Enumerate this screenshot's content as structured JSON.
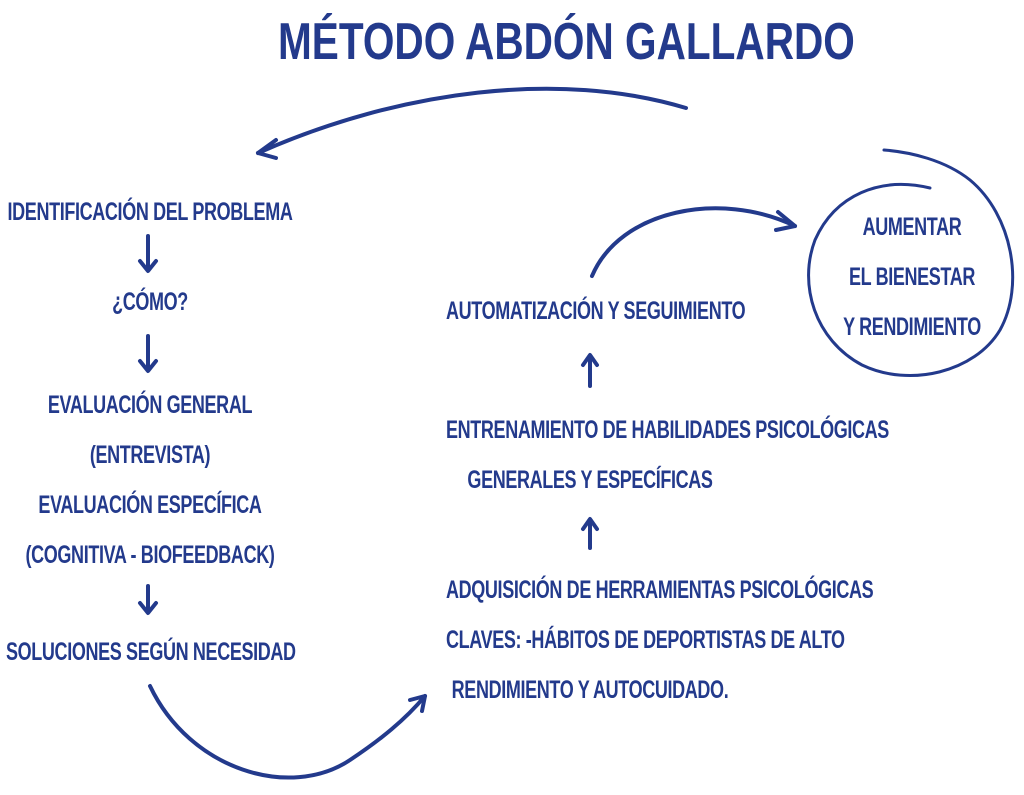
{
  "title": "Método Abdón Gallardo",
  "accent_color": "#233a8c",
  "left_column": {
    "step1": "Identificación del problema",
    "step2": "¿Cómo?",
    "step3": {
      "line1": "Evaluación general",
      "line2": "(entrevista)",
      "line3": "Evaluación específica",
      "line4": "(cognitiva - biofeedback)"
    },
    "step4": "Soluciones según necesidad"
  },
  "middle_column": {
    "acquisition": {
      "line1": "Adquisición de herramientas psicológicas",
      "line2": "claves: -hábitos de deportistas de alto",
      "line3": "rendimiento y autocuidado."
    },
    "training": {
      "line1": "Entrenamiento de habilidades psicológicas",
      "line2": "generales y específicas"
    },
    "automation": "Automatización y seguimiento"
  },
  "goal": {
    "line1": "Aumentar",
    "line2": "el bienestar",
    "line3": "y rendimiento"
  },
  "icons": {
    "down_arrow": "arrow-down-icon",
    "up_arrow": "arrow-up-icon",
    "curved_arrow": "curved-arrow-icon",
    "circle": "hand-drawn-circle"
  }
}
